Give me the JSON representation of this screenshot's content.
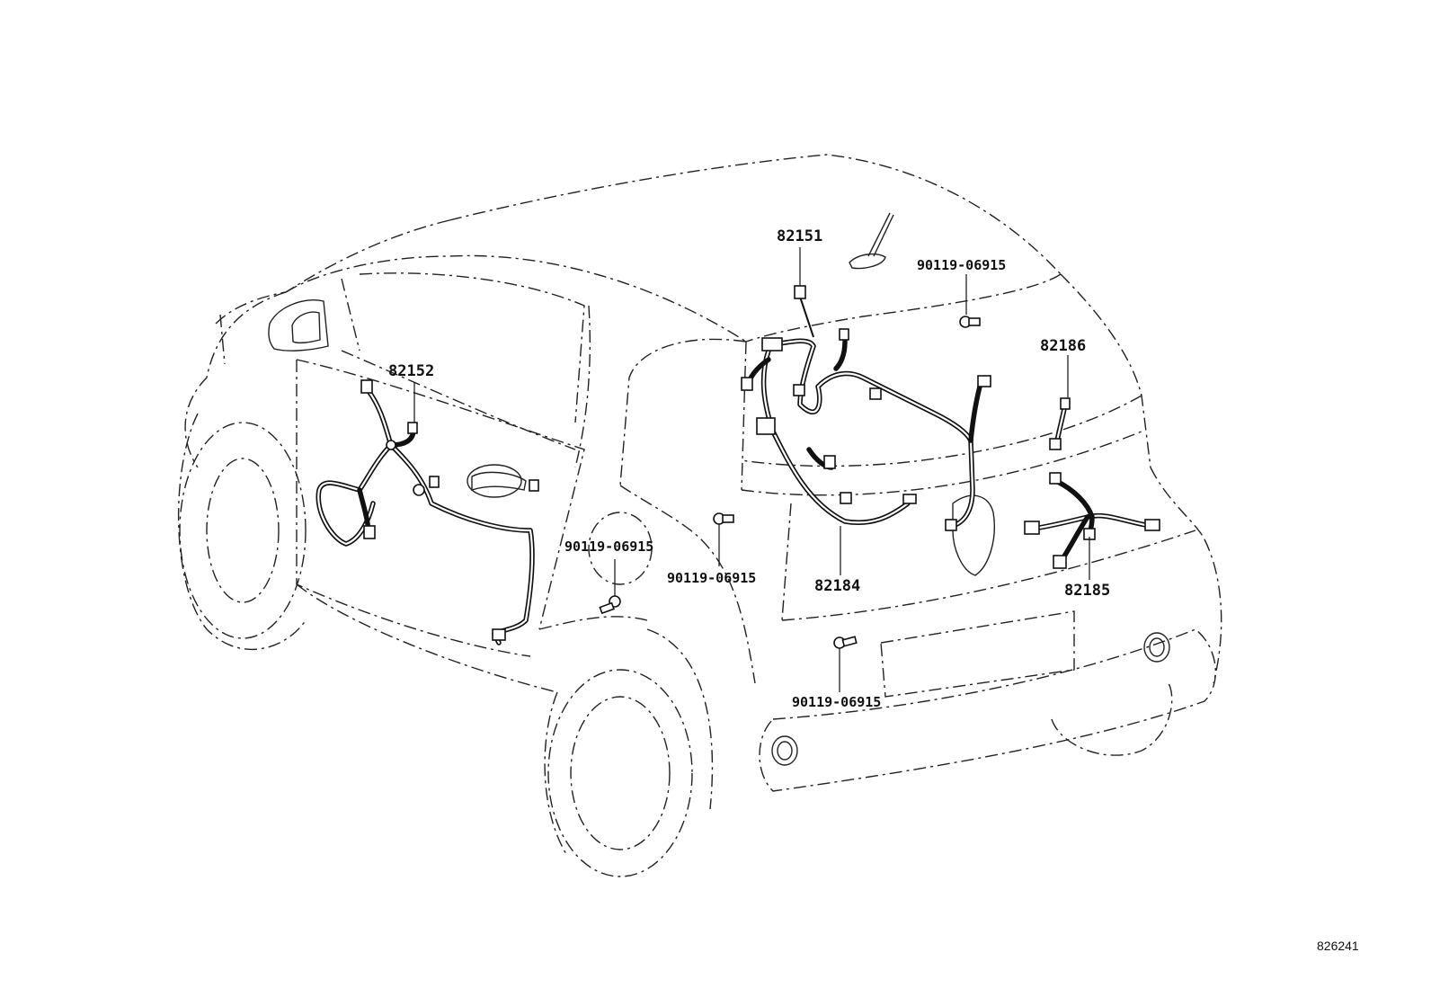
{
  "diagram": {
    "figure_number": "826241",
    "callouts": [
      {
        "id": "82151",
        "label": "82151"
      },
      {
        "id": "82152",
        "label": "82152"
      },
      {
        "id": "82184",
        "label": "82184"
      },
      {
        "id": "82185",
        "label": "82185"
      },
      {
        "id": "82186",
        "label": "82186"
      },
      {
        "id": "bolt-roof",
        "label": "90119-06915"
      },
      {
        "id": "bolt-door",
        "label": "90119-06915"
      },
      {
        "id": "bolt-center",
        "label": "90119-06915"
      },
      {
        "id": "bolt-lower",
        "label": "90119-06915"
      }
    ]
  }
}
